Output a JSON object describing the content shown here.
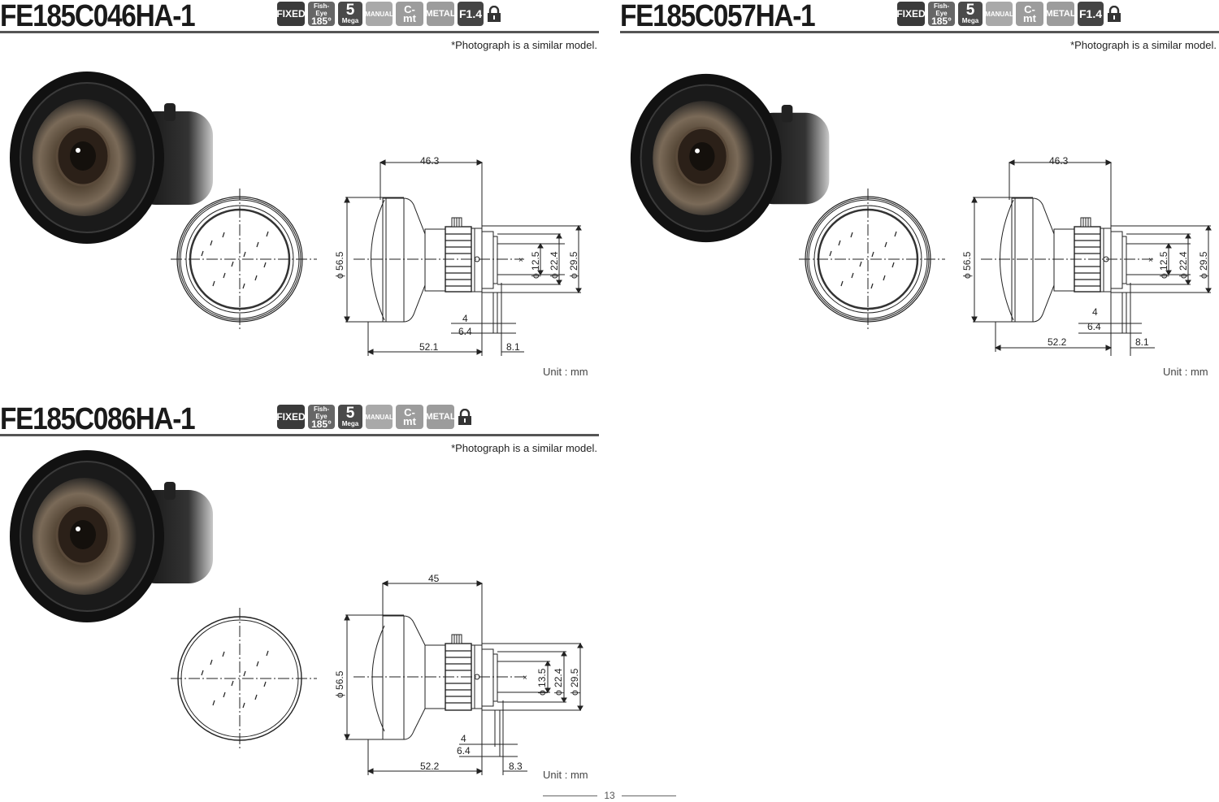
{
  "page": {
    "number": "13"
  },
  "products": [
    {
      "model": "FE185C046HA-1",
      "badges": {
        "fixed": "FIXED",
        "fisheye_top": "Fish-Eye",
        "fisheye_bottom": "185°",
        "mega_num": "5",
        "mega_label": "Mega",
        "manual": "MANUAL",
        "mount": "C-mt",
        "metal": "METAL",
        "aperture": "F1.4"
      },
      "lock_icon": "lock-icon",
      "photo_note": "*Photograph is a similar model.",
      "unit": "Unit : mm",
      "dimensions": {
        "overall_length": "46.3",
        "front_diameter": "ϕ 56.5",
        "rear_inner_diameter": "ϕ 12.5",
        "rear_mid_diameter": "ϕ 22.4",
        "body_diameter": "ϕ 29.5",
        "flange_a": "4",
        "flange_b": "6.4",
        "total_length": "52.1",
        "back_focus": "8.1"
      }
    },
    {
      "model": "FE185C057HA-1",
      "badges": {
        "fixed": "FIXED",
        "fisheye_top": "Fish-Eye",
        "fisheye_bottom": "185°",
        "mega_num": "5",
        "mega_label": "Mega",
        "manual": "MANUAL",
        "mount": "C-mt",
        "metal": "METAL",
        "aperture": "F1.4"
      },
      "lock_icon": "lock-icon",
      "photo_note": "*Photograph is a similar model.",
      "unit": "Unit : mm",
      "dimensions": {
        "overall_length": "46.3",
        "front_diameter": "ϕ 56.5",
        "rear_inner_diameter": "ϕ 12.5",
        "rear_mid_diameter": "ϕ 22.4",
        "body_diameter": "ϕ 29.5",
        "flange_a": "4",
        "flange_b": "6.4",
        "total_length": "52.2",
        "back_focus": "8.1"
      }
    },
    {
      "model": "FE185C086HA-1",
      "badges": {
        "fixed": "FIXED",
        "fisheye_top": "Fish-Eye",
        "fisheye_bottom": "185°",
        "mega_num": "5",
        "mega_label": "Mega",
        "manual": "MANUAL",
        "mount": "C-mt",
        "metal": "METAL"
      },
      "lock_icon": "lock-icon",
      "photo_note": "*Photograph is a similar model.",
      "unit": "Unit : mm",
      "dimensions": {
        "overall_length": "45",
        "front_diameter": "ϕ 56.5",
        "rear_inner_diameter": "ϕ 13.5",
        "rear_mid_diameter": "ϕ 22.4",
        "body_diameter": "ϕ 29.5",
        "flange_a": "4",
        "flange_b": "6.4",
        "total_length": "52.2",
        "back_focus": "8.3"
      }
    }
  ]
}
